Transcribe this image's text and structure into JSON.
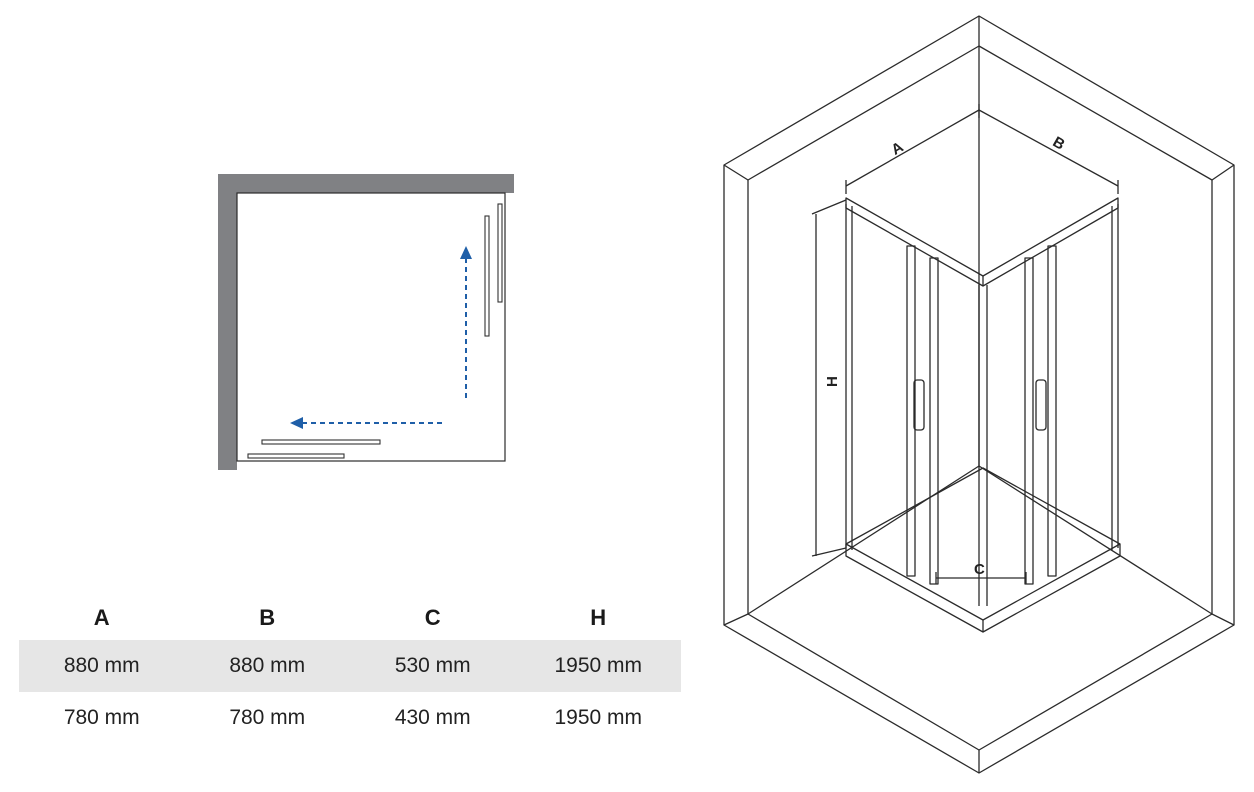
{
  "table": {
    "headers": [
      "A",
      "B",
      "C",
      "H"
    ],
    "rows": [
      [
        "880 mm",
        "880 mm",
        "530 mm",
        "1950 mm"
      ],
      [
        "780 mm",
        "780 mm",
        "430 mm",
        "1950 mm"
      ]
    ]
  },
  "iso_labels": {
    "a": "A",
    "b": "B",
    "c": "C",
    "h": "H"
  },
  "colors": {
    "wall": "#808184",
    "arrow": "#1f5fa8",
    "line": "#2b2b2b"
  }
}
